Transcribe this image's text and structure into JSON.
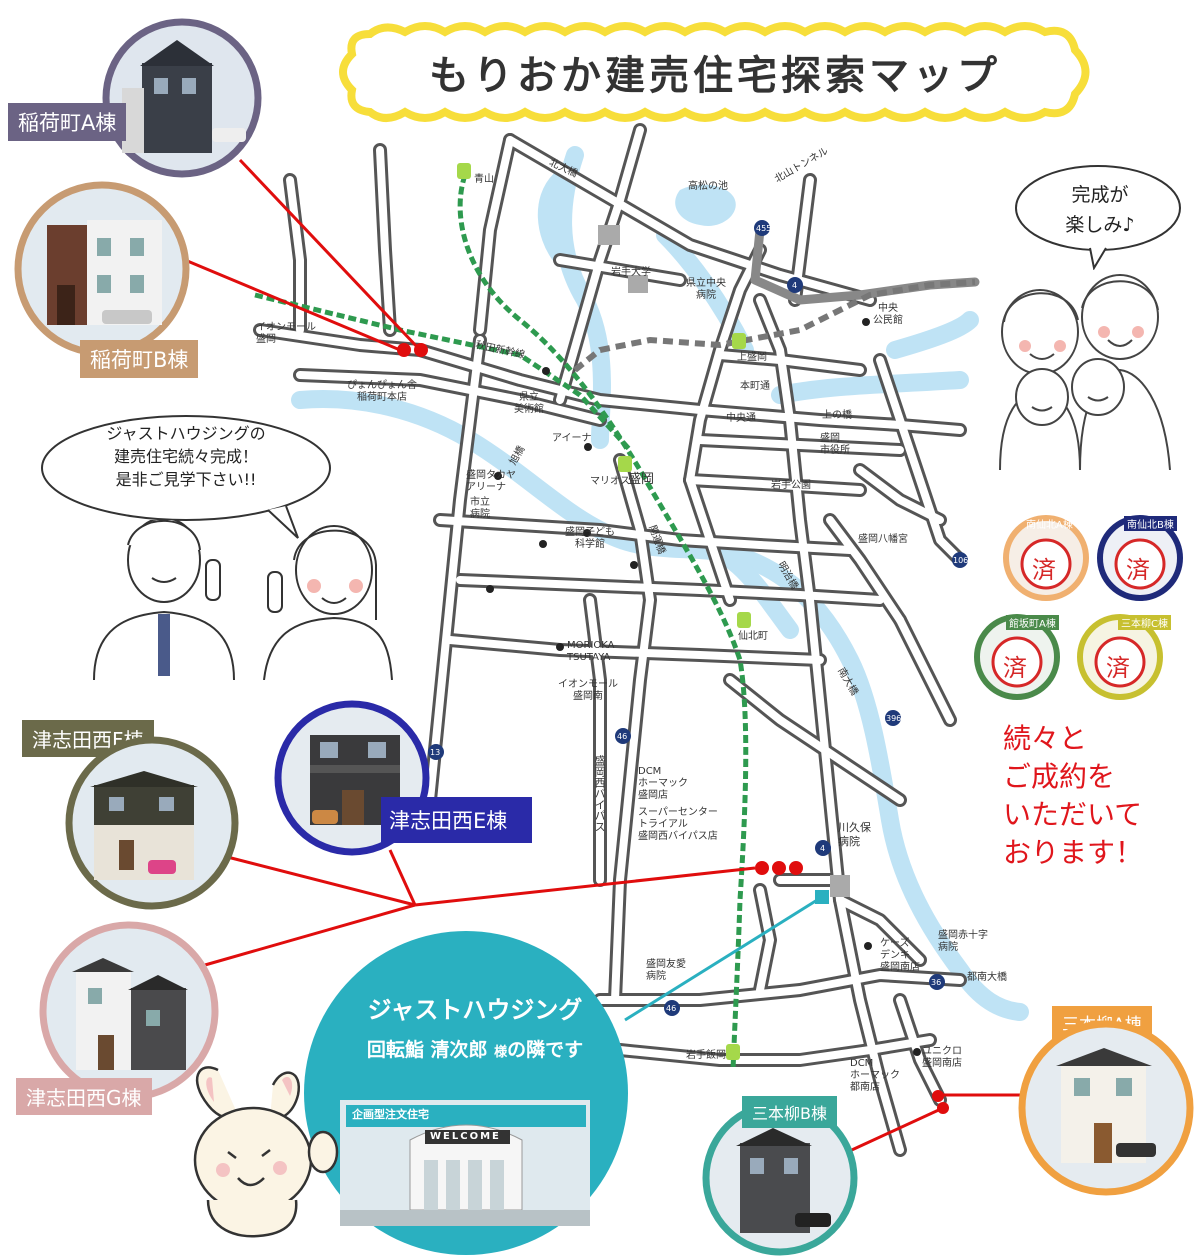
{
  "title": "もりおか建売住宅探索マップ",
  "speech": {
    "family": [
      "完成が",
      "楽しみ♪"
    ],
    "staff": [
      "ジャストハウジングの",
      "建売住宅続々完成！",
      "是非ご見学下さい!!"
    ]
  },
  "houses": [
    {
      "label": "稲荷町A棟",
      "color": "#6b6384"
    },
    {
      "label": "稲荷町B棟",
      "color": "#c79b72"
    },
    {
      "label": "津志田西F棟",
      "color": "#6b6a4a"
    },
    {
      "label": "津志田西E棟",
      "color": "#2a2aa8"
    },
    {
      "label": "津志田西G棟",
      "color": "#d9a8a8"
    },
    {
      "label": "三本柳A棟",
      "color": "#f0a040"
    },
    {
      "label": "三本柳B棟",
      "color": "#3aa79a"
    }
  ],
  "sold": {
    "mark": "済",
    "items": [
      {
        "label": "南仙北A棟",
        "color": "#f0b070"
      },
      {
        "label": "南仙北B棟",
        "color": "#1f2a7a"
      },
      {
        "label": "館坂町A棟",
        "color": "#4a8a4a"
      },
      {
        "label": "三本柳C棟",
        "color": "#c7c030"
      }
    ]
  },
  "sold_message": [
    "続々と",
    "ご成約を",
    "いただいて",
    "おります！"
  ],
  "office": {
    "name": "ジャストハウジング",
    "note_pre": "回転鮨 清次郎",
    "note_sama": "様",
    "note_post": "の隣です",
    "sign": "企画型注文住宅",
    "welcome": "WELCOME"
  },
  "map_labels": {
    "aoyama": "青山",
    "kitaohashi": "北大橋",
    "takamatsu": "高松の池",
    "kitayama_tunnel": "北山トンネル",
    "iwate_univ": "岩手大学",
    "prefectural_hospital": [
      "県立中央",
      "病院"
    ],
    "chuo_kominkan": [
      "中央",
      "公民館"
    ],
    "aeon_morioka": [
      "イオンモール",
      "盛岡"
    ],
    "akita_shinkansen": "秋田新幹線",
    "kamimorioka": "上盛岡",
    "honcho_dori": "本町通",
    "pyonpyon": [
      "ぴょんぴょん舎",
      "稲荷町本店"
    ],
    "museum": [
      "県立",
      "美術館"
    ],
    "chuo_dori": "中央通",
    "kaminohashi": "上の橋",
    "city_hall": [
      "盛岡",
      "市役所"
    ],
    "aina": "アイーナ",
    "asahibashi": "旭橋",
    "morioka": "盛岡",
    "marios": "マリオス",
    "iwate_park": "岩手公園",
    "arena": [
      "盛岡タカヤ",
      "アリーナ"
    ],
    "city_hospital": [
      "市立",
      "病院"
    ],
    "science_museum": [
      "盛岡子ども",
      "科学館"
    ],
    "mieruhashi": "開運橋",
    "hachimangu": "盛岡八幡宮",
    "meiji_bashi": "明治橋",
    "tsutaya": [
      "MORIOKA",
      "TSUTAYA"
    ],
    "senbokucho": "仙北町",
    "aeon_minami": [
      "イオンモール",
      "盛岡南"
    ],
    "minami_ohashi": "南大橋",
    "bypass": "盛岡西バイパス",
    "dcm1": [
      "DCM",
      "ホーマック",
      "盛岡店"
    ],
    "supercenter": [
      "スーパーセンター",
      "トライアル",
      "盛岡西バイパス店"
    ],
    "kawakubo": [
      "川久保",
      "病院"
    ],
    "ksdenki": [
      "ケーズ",
      "デンキ",
      "盛岡南店"
    ],
    "redcross": [
      "盛岡赤十字",
      "病院"
    ],
    "tsunan_ohashi": "都南大橋",
    "yuai": [
      "盛岡友愛",
      "病院"
    ],
    "iwate_iioka": "岩手飯岡",
    "uniqlo": [
      "ユニクロ",
      "盛岡南店"
    ],
    "dcm2": [
      "DCM",
      "ホーマック",
      "都南店"
    ],
    "route_455": "455",
    "route_4a": "4",
    "route_4b": "4",
    "route_106": "106",
    "route_396": "396",
    "route_13": "13",
    "route_46a": "46",
    "route_46b": "46",
    "route_36": "36"
  }
}
